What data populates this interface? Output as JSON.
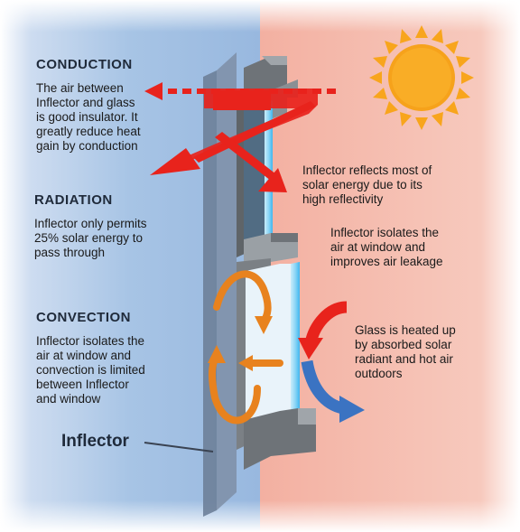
{
  "sections": {
    "conduction": {
      "heading": "CONDUCTION",
      "lines": [
        "The air between",
        "Inflector and glass",
        "is good insulator. It",
        "greatly reduce heat",
        "gain by conduction"
      ]
    },
    "radiation": {
      "heading": "RADIATION",
      "lines": [
        "Inflector only permits",
        "25% solar energy to",
        "pass through"
      ]
    },
    "convection": {
      "heading": "CONVECTION",
      "lines": [
        "Inflector isolates the",
        "air at window and",
        "convection is limited",
        "between Inflector",
        "and window"
      ]
    }
  },
  "callouts": {
    "reflect": [
      "Inflector reflects most of",
      "solar energy due to its",
      "high reflectivity"
    ],
    "isolate": [
      "Inflector isolates the",
      "air at window and",
      "improves air leakage"
    ],
    "glass": [
      "Glass is heated up",
      "by absorbed solar",
      "radiant and hot air",
      "outdoors"
    ]
  },
  "inflector_label": "Inflector",
  "colors": {
    "indoor_bg": "#a9c6e6",
    "outdoor_bg": "#f6c0b3",
    "inflector": "#8fa0b6",
    "frame": "#7d8287",
    "glass": "#3fb6ef",
    "arrow_red": "#e8231c",
    "arrow_orange": "#e8821e",
    "arrow_blue": "#3b73c2",
    "sun": "#f8a51c"
  },
  "icons": [
    "sun-icon",
    "conduction-arrow-icon",
    "radiation-arrow-icon",
    "convection-arrow-icon",
    "reflected-arrow-icon",
    "outdoor-hot-air-arrow-icon"
  ]
}
